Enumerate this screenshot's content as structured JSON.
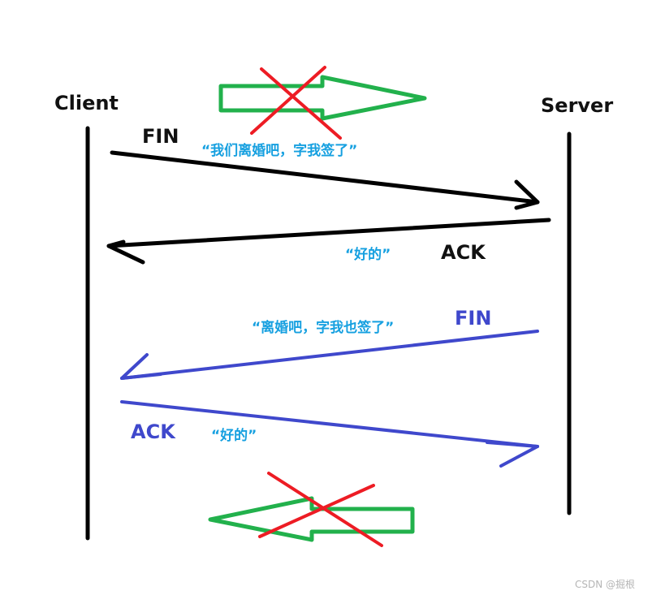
{
  "hosts": {
    "client": "Client",
    "server": "Server"
  },
  "messages": [
    {
      "flag": "FIN",
      "text": "“我们离婚吧，字我签了”",
      "color": "#000000"
    },
    {
      "flag": "ACK",
      "text": "“好的”",
      "color": "#000000"
    },
    {
      "flag": "FIN",
      "text": "“离婚吧，字我也签了”",
      "color": "#3f48cc"
    },
    {
      "flag": "ACK",
      "text": "“好的”",
      "color": "#3f48cc"
    }
  ],
  "colors": {
    "black_arrow": "#000000",
    "blue_arrow": "#3f48cc",
    "quote_text": "#16a0e0",
    "block_arrow": "#22b14c",
    "cross": "#ed1c24"
  },
  "watermark": "CSDN @掘根"
}
